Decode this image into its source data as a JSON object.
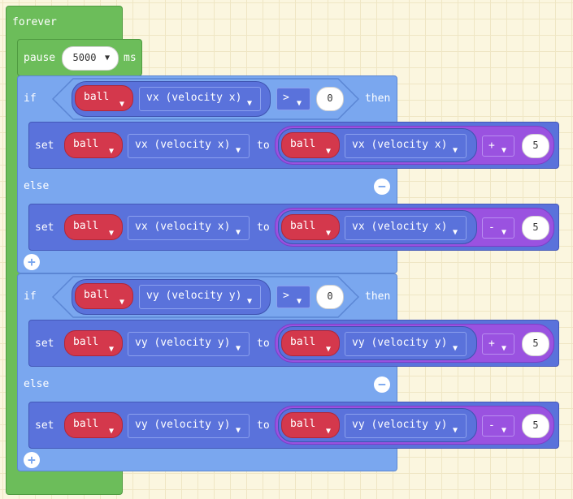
{
  "forever": {
    "label": "forever"
  },
  "pause": {
    "label": "pause",
    "value": "5000",
    "unit": "ms"
  },
  "if_blocks": [
    {
      "if_label": "if",
      "then_label": "then",
      "else_label": "else",
      "cond": {
        "sprite": "ball",
        "prop": "vx (velocity x)",
        "op": ">",
        "value": "0"
      },
      "branch_true": {
        "set": "set",
        "sprite": "ball",
        "prop": "vx (velocity x)",
        "to": "to",
        "inner_sprite": "ball",
        "inner_prop": "vx (velocity x)",
        "op": "+",
        "value": "5"
      },
      "branch_false": {
        "set": "set",
        "sprite": "ball",
        "prop": "vx (velocity x)",
        "to": "to",
        "inner_sprite": "ball",
        "inner_prop": "vx (velocity x)",
        "op": "-",
        "value": "5"
      }
    },
    {
      "if_label": "if",
      "then_label": "then",
      "else_label": "else",
      "cond": {
        "sprite": "ball",
        "prop": "vy (velocity y)",
        "op": ">",
        "value": "0"
      },
      "branch_true": {
        "set": "set",
        "sprite": "ball",
        "prop": "vy (velocity y)",
        "to": "to",
        "inner_sprite": "ball",
        "inner_prop": "vy (velocity y)",
        "op": "+",
        "value": "5"
      },
      "branch_false": {
        "set": "set",
        "sprite": "ball",
        "prop": "vy (velocity y)",
        "to": "to",
        "inner_sprite": "ball",
        "inner_prop": "vy (velocity y)",
        "op": "-",
        "value": "5"
      }
    }
  ],
  "icons": {
    "dropdown": "▼",
    "minus": "−",
    "plus": "+"
  }
}
